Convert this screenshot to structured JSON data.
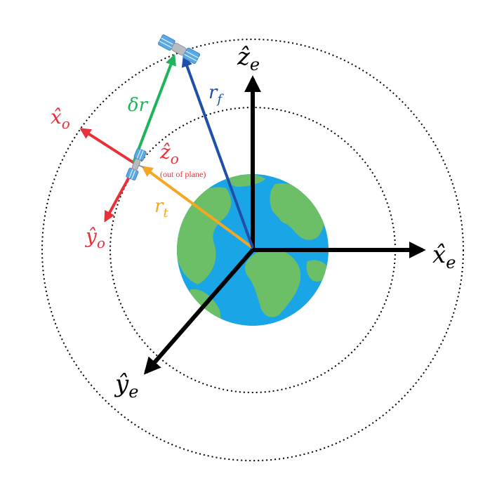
{
  "labels": {
    "z_e": "ẑ",
    "z_e_sub": "e",
    "x_e": "x̂",
    "x_e_sub": "e",
    "y_e": "ŷ",
    "y_e_sub": "e",
    "x_o": "x̂",
    "x_o_sub": "o",
    "y_o": "ŷ",
    "y_o_sub": "o",
    "z_o": "ẑ",
    "z_o_sub": "o",
    "z_o_note": "(out of plane)",
    "r_f": "r",
    "r_f_sub": "f",
    "r_t": "r",
    "r_t_sub": "t",
    "delta_r": "δr"
  },
  "colors": {
    "earth_frame": "#000000",
    "orbit_frame": "#e8303a",
    "r_f": "#1f4fa8",
    "r_t": "#f5a623",
    "delta_r": "#1eb45a",
    "ocean": "#1aa6e6",
    "land": "#6dbf67",
    "satellite_panel": "#5aa9e6",
    "satellite_body": "#b8bcc2"
  },
  "icons": {
    "earth": "earth-globe-icon",
    "chaser": "satellite-icon",
    "target": "satellite-icon"
  }
}
